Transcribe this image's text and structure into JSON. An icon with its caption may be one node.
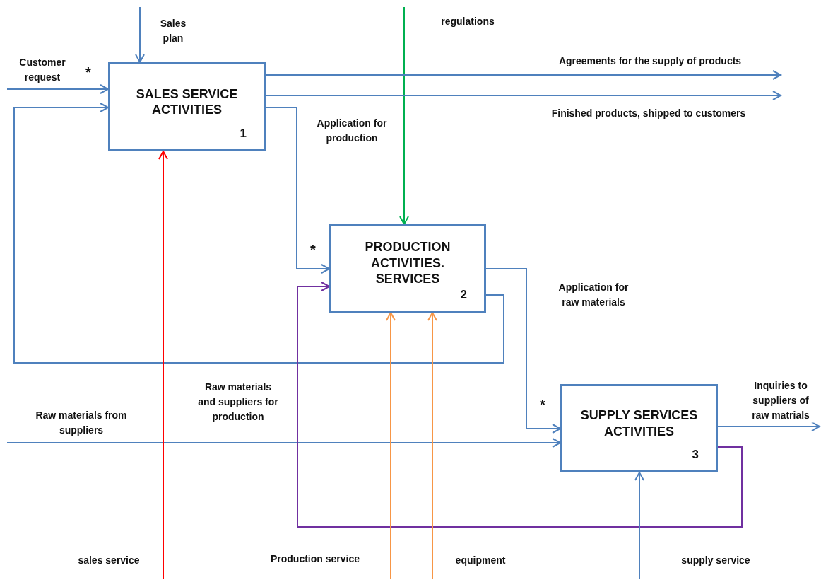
{
  "diagram": {
    "nodes": [
      {
        "text": [
          "SALES SERVICE ACTIVITIES",
          "1"
        ]
      },
      {
        "text": [
          "PRODUCTION ACTIVITIES. SERVICES",
          "2"
        ]
      },
      {
        "text": [
          "SUPPLY SERVICES ACTIVITIES",
          "3"
        ]
      }
    ],
    "edges": [
      {
        "from": null,
        "to": 0,
        "arrow": "to",
        "label": "Sales plan"
      },
      {
        "from": null,
        "to": 0,
        "arrow": "to",
        "label": "Customer request"
      },
      {
        "from": null,
        "to": 1,
        "arrow": "to",
        "label": "regulations",
        "color": "#00b050"
      },
      {
        "from": 0,
        "to": null,
        "arrow": "to",
        "label": "Agreements for the supply of products"
      },
      {
        "from": 0,
        "to": null,
        "arrow": "to",
        "label": "Finished products, shipped to customers"
      },
      {
        "from": 0,
        "to": 1,
        "arrow": "to",
        "label": "Application for production"
      },
      {
        "from": 1,
        "to": 0,
        "arrow": "to"
      },
      {
        "from": 1,
        "to": 2,
        "arrow": "to",
        "label": "Application for raw materials"
      },
      {
        "from": null,
        "to": 2,
        "arrow": "to",
        "label": "Raw materials from suppliers"
      },
      {
        "from": 2,
        "to": null,
        "arrow": "to",
        "label": "Inquiries to suppliers of raw matrials"
      },
      {
        "from": 2,
        "to": 1,
        "arrow": "to",
        "label": "Raw materials and suppliers for production",
        "color": "#7030a0"
      },
      {
        "from": null,
        "to": 0,
        "arrow": "to",
        "label": "sales service",
        "color": "#ff0000"
      },
      {
        "from": null,
        "to": 1,
        "arrow": "to",
        "label": "Production service",
        "color": "#f79646"
      },
      {
        "from": null,
        "to": 1,
        "arrow": "to",
        "label": "equipment",
        "color": "#f79646"
      },
      {
        "from": null,
        "to": 2,
        "arrow": "to",
        "label": "supply service"
      }
    ],
    "labels": [
      "*",
      "*",
      "*"
    ]
  }
}
